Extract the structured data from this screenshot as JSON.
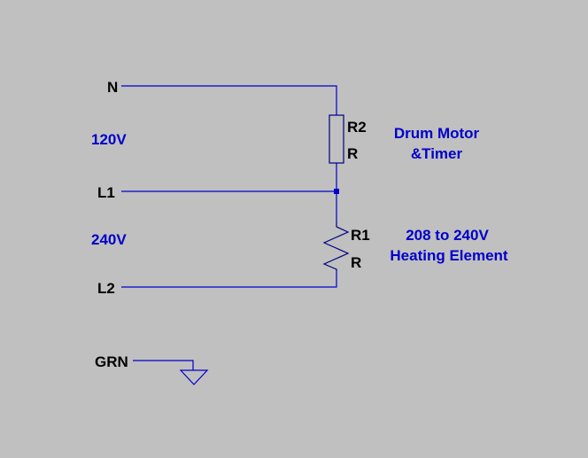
{
  "colors": {
    "background": "#c0c0c0",
    "wire": "#0000cc",
    "component": "#000080",
    "label_text": "#000000",
    "note_text": "#0000cc"
  },
  "nets": {
    "n": "N",
    "l1": "L1",
    "l2": "L2",
    "grn": "GRN"
  },
  "voltages": {
    "upper": "120V",
    "lower": "240V"
  },
  "components": {
    "r2": {
      "ref": "R2",
      "value": "R"
    },
    "r1": {
      "ref": "R1",
      "value": "R"
    }
  },
  "notes": {
    "motor_line1": "Drum Motor",
    "motor_line2": "&Timer",
    "heater_line1": "208 to 240V",
    "heater_line2": "Heating Element"
  },
  "icons": {
    "ground": "ground-icon",
    "junction": "junction-dot-icon",
    "resistor_box": "resistor-box-icon",
    "resistor_zigzag": "resistor-zigzag-icon"
  }
}
